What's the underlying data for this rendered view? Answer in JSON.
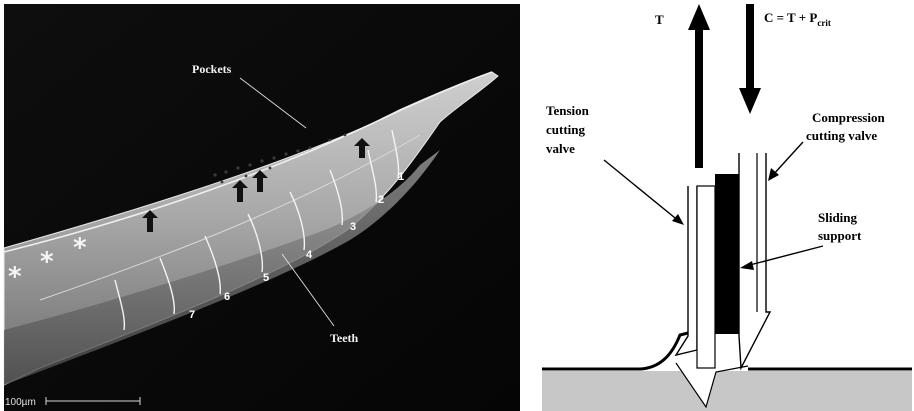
{
  "left_panel": {
    "pockets_label": "Pockets",
    "teeth_label": "Teeth",
    "tooth_numbers": [
      "1",
      "2",
      "3",
      "4",
      "5",
      "6",
      "7"
    ],
    "stars": [
      "*",
      "*",
      "*"
    ],
    "scale_bar_label": "100µm"
  },
  "right_panel": {
    "tension_force": "T",
    "compression_force": "C = T + P",
    "compression_force_subscript": "crit",
    "tension_valve_label": [
      "Tension",
      "cutting",
      "valve"
    ],
    "compression_valve_label": [
      "Compression",
      "cutting valve"
    ],
    "sliding_support_label": [
      "Sliding",
      "support"
    ]
  }
}
